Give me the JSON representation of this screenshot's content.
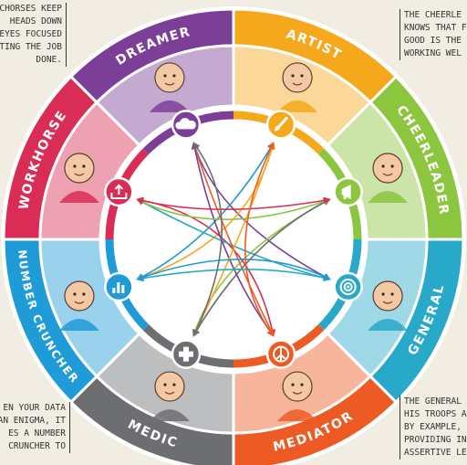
{
  "diagram": {
    "roles": [
      {
        "name": "ARTIST",
        "color": "#f6a81c",
        "icon": "paintbrush-icon"
      },
      {
        "name": "CHEERLEADER",
        "color": "#8cc63e",
        "icon": "megaphone-icon"
      },
      {
        "name": "GENERAL",
        "color": "#29a9c9",
        "icon": "target-icon"
      },
      {
        "name": "MEDIATOR",
        "color": "#ee5a24",
        "icon": "peace-sign-icon"
      },
      {
        "name": "MEDIC",
        "color": "#6d6e71",
        "icon": "first-aid-cross-icon"
      },
      {
        "name": "NUMBER CRUNCHER",
        "color": "#1f9bd7",
        "icon": "bar-chart-icon"
      },
      {
        "name": "WORKHORSE",
        "color": "#d92d55",
        "icon": "inbox-upload-icon"
      },
      {
        "name": "DREAMER",
        "color": "#7b3f98",
        "icon": "cloud-icon"
      }
    ],
    "notes": {
      "top_left": [
        "CHORSES KEEP",
        "HEADS DOWN",
        "EYES FOCUSED",
        "TTING THE JOB",
        "DONE."
      ],
      "top_right": [
        "THE CHEERLE",
        "KNOWS THAT F",
        "GOOD IS THE K",
        "WORKING WEL"
      ],
      "bottom_left": [
        "EN YOUR DATA",
        "AN ENIGMA, IT",
        "ES A NUMBER",
        "CRUNCHER TO"
      ],
      "bottom_right": [
        "THE GENERAL",
        "HIS TROOPS AND",
        "BY EXAMPLE,",
        "PROVIDING INS",
        "ASSERTIVE LEAD"
      ]
    }
  }
}
